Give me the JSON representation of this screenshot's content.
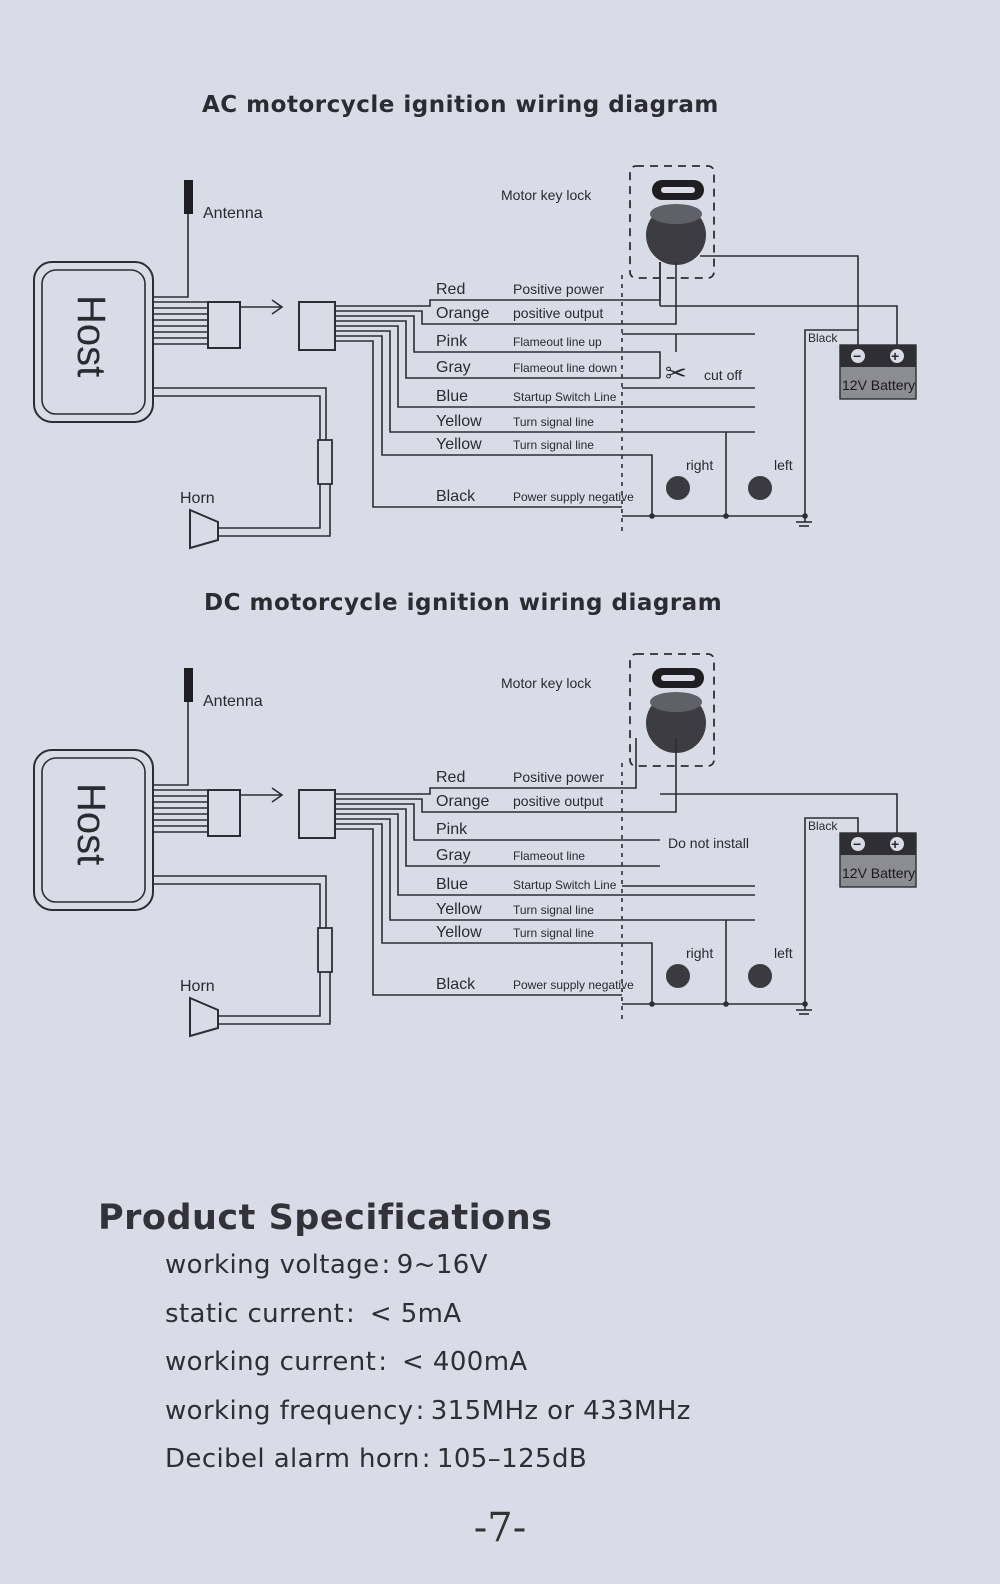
{
  "ac_diagram": {
    "title": "AC motorcycle ignition wiring diagram",
    "antenna": "Antenna",
    "host": "Host",
    "horn": "Horn",
    "key_lock": "Motor key lock",
    "battery": "12V Battery",
    "battery_wire": "Black",
    "cut_off": "cut off",
    "right": "right",
    "left": "left",
    "wires": [
      {
        "color": "Red",
        "function": "Positive power"
      },
      {
        "color": "Orange",
        "function": "positive output"
      },
      {
        "color": "Pink",
        "function": "Flameout line  up"
      },
      {
        "color": "Gray",
        "function": "Flameout line down"
      },
      {
        "color": "Blue",
        "function": "Startup Switch Line"
      },
      {
        "color": "Yellow",
        "function": "Turn signal line"
      },
      {
        "color": "Yellow",
        "function": "Turn signal line"
      },
      {
        "color": "Black",
        "function": "Power supply negative"
      }
    ]
  },
  "dc_diagram": {
    "title": "DC motorcycle ignition wiring diagram",
    "antenna": "Antenna",
    "host": "Host",
    "horn": "Horn",
    "key_lock": "Motor key lock",
    "battery": "12V Battery",
    "battery_wire": "Black",
    "do_not_install": "Do not install",
    "right": "right",
    "left": "left",
    "wires": [
      {
        "color": "Red",
        "function": "Positive power"
      },
      {
        "color": "Orange",
        "function": "positive output"
      },
      {
        "color": "Pink",
        "function": ""
      },
      {
        "color": "Gray",
        "function": "Flameout  line"
      },
      {
        "color": "Blue",
        "function": "Startup Switch Line"
      },
      {
        "color": "Yellow",
        "function": "Turn signal line"
      },
      {
        "color": "Yellow",
        "function": "Turn signal line"
      },
      {
        "color": "Black",
        "function": "Power supply negative"
      }
    ]
  },
  "specs": {
    "title": "Product Specifications",
    "items": [
      {
        "label": "working voltage",
        "sep": ":",
        "value": "9~16V"
      },
      {
        "label": "static current",
        "sep": ":",
        "value": " < 5mA"
      },
      {
        "label": "working current",
        "sep": ":",
        "value": " < 400mA"
      },
      {
        "label": "working frequency",
        "sep": ":",
        "value": "315MHz or 433MHz"
      },
      {
        "label": "Decibel alarm horn",
        "sep": ":",
        "value": "105–125dB"
      }
    ]
  },
  "page_number": "-7-"
}
